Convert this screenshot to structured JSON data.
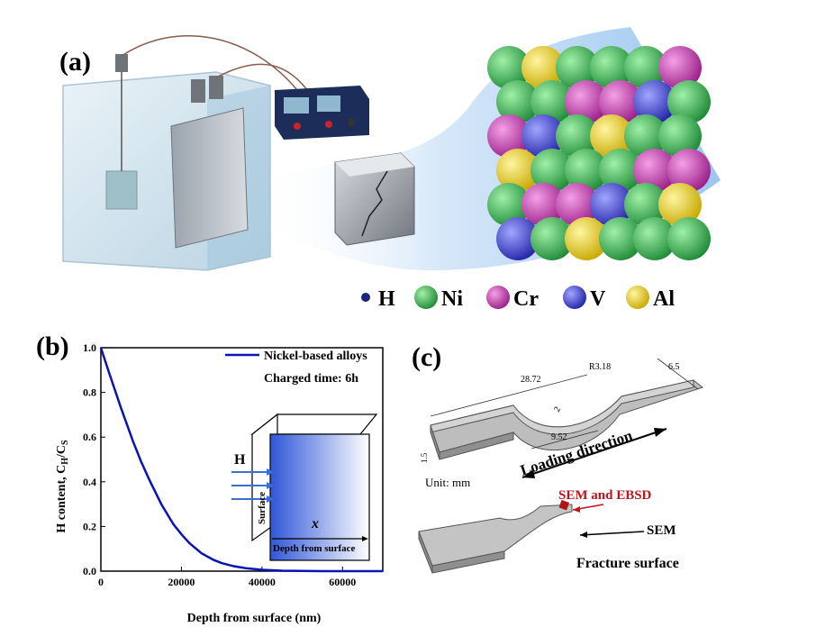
{
  "panel_a": {
    "label": "(a)",
    "legend": [
      {
        "symbol": "H",
        "color": "#1a237e"
      },
      {
        "symbol": "Ni",
        "color": "#2eaa4a"
      },
      {
        "symbol": "Cr",
        "color": "#c23aa8"
      },
      {
        "symbol": "V",
        "color": "#3a3acf"
      },
      {
        "symbol": "Al",
        "color": "#e8d21a"
      }
    ]
  },
  "panel_b": {
    "label": "(b)",
    "inset": {
      "h_label": "H",
      "surface_label": "Surface",
      "x_label": "x",
      "depth_label": "Depth from surface"
    }
  },
  "panel_c": {
    "label": "(c)",
    "dims": {
      "length": "28.72",
      "radius": "R3.18",
      "width": "6.5",
      "neck": "2",
      "gauge": "9.52",
      "thickness": "1.5"
    },
    "unit": "Unit: mm",
    "loading": "Loading direction",
    "sem_ebsd": "SEM and EBSD",
    "sem": "SEM",
    "fracture": "Fracture surface"
  },
  "chart_data": {
    "type": "line",
    "xlabel": "Depth from surface (nm)",
    "ylabel": "H content, C_H/C_S",
    "xlim": [
      0,
      70000
    ],
    "ylim": [
      0,
      1.0
    ],
    "xticks": [
      0,
      20000,
      40000,
      60000
    ],
    "yticks": [
      0.0,
      0.2,
      0.4,
      0.6,
      0.8,
      1.0
    ],
    "annotation": "Charged time: 6h",
    "series": [
      {
        "name": "Nickel-based alloys",
        "color": "#0a14b4",
        "x": [
          0,
          2000,
          5000,
          8000,
          10000,
          12000,
          15000,
          18000,
          20000,
          22000,
          25000,
          28000,
          30000,
          33000,
          36000,
          40000,
          45000,
          50000,
          55000,
          60000,
          65000,
          70000
        ],
        "y": [
          1.0,
          0.89,
          0.73,
          0.58,
          0.49,
          0.41,
          0.3,
          0.21,
          0.165,
          0.125,
          0.08,
          0.05,
          0.036,
          0.022,
          0.013,
          0.006,
          0.002,
          0.001,
          0.0,
          0.0,
          0.0,
          0.0
        ]
      }
    ]
  }
}
